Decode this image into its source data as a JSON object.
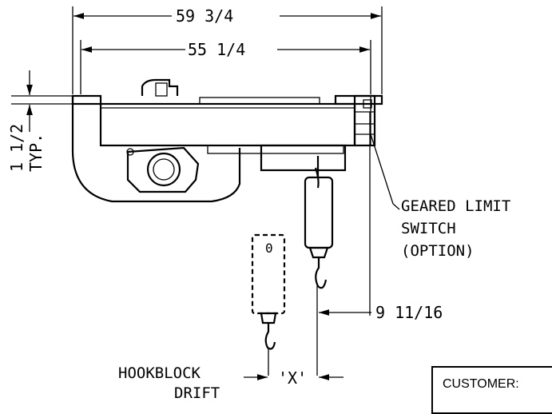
{
  "dimensions": {
    "overall_width": "59 3/4",
    "inner_width": "55 1/4",
    "wheel_height": "1 1/2",
    "wheel_height_note": "TYP.",
    "hook_offset": "9 11/16",
    "drift_variable": "'X'"
  },
  "notes": {
    "limit_switch_line1": "GEARED LIMIT",
    "limit_switch_line2": "SWITCH",
    "limit_switch_line3": "(OPTION)",
    "drift_line1": "HOOKBLOCK",
    "drift_line2": "DRIFT"
  },
  "pendant": {
    "label": "0"
  },
  "title_block": {
    "customer_label": "CUSTOMER:"
  }
}
